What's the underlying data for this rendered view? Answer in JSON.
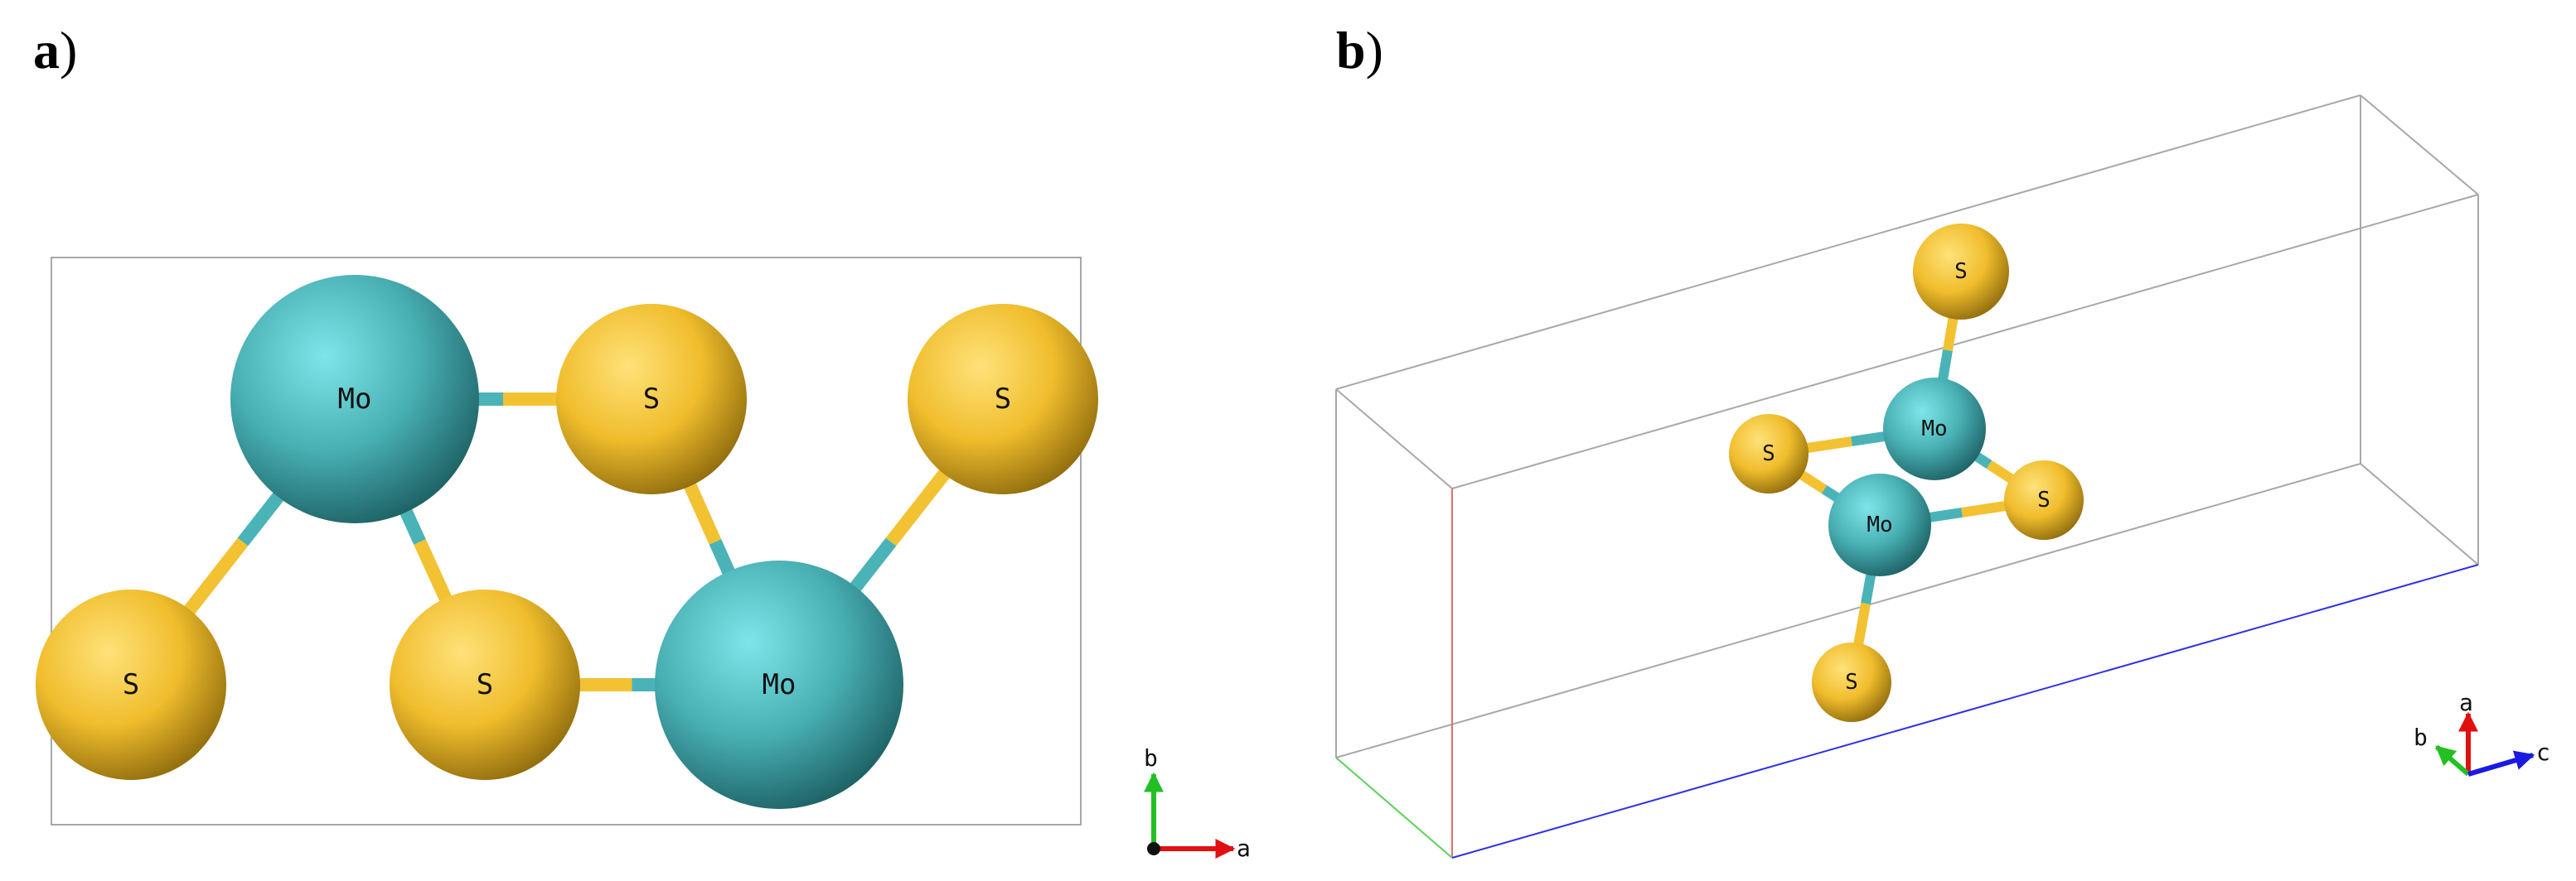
{
  "panels": [
    {
      "id": "a",
      "label_letter": "a",
      "label_paren": ")",
      "atoms": [
        {
          "element": "Mo",
          "label": "Mo"
        },
        {
          "element": "S",
          "label": "S"
        },
        {
          "element": "S",
          "label": "S"
        },
        {
          "element": "S",
          "label": "S"
        },
        {
          "element": "S",
          "label": "S"
        },
        {
          "element": "Mo",
          "label": "Mo"
        }
      ],
      "bonds": [
        [
          0,
          1
        ],
        [
          0,
          3
        ],
        [
          0,
          4
        ],
        [
          1,
          5
        ],
        [
          2,
          5
        ],
        [
          4,
          5
        ]
      ],
      "axes": [
        {
          "name": "b",
          "label": "b",
          "color": "#22c022"
        },
        {
          "name": "a",
          "label": "a",
          "color": "#e01010"
        }
      ]
    },
    {
      "id": "b",
      "label_letter": "b",
      "label_paren": ")",
      "atoms": [
        {
          "element": "S",
          "label": "S"
        },
        {
          "element": "Mo",
          "label": "Mo"
        },
        {
          "element": "S",
          "label": "S"
        },
        {
          "element": "S",
          "label": "S"
        },
        {
          "element": "Mo",
          "label": "Mo"
        },
        {
          "element": "S",
          "label": "S"
        }
      ],
      "bonds": [
        [
          0,
          1
        ],
        [
          1,
          2
        ],
        [
          1,
          3
        ],
        [
          2,
          4
        ],
        [
          3,
          4
        ],
        [
          4,
          5
        ]
      ],
      "axes": [
        {
          "name": "a",
          "label": "a",
          "color": "#e01010"
        },
        {
          "name": "b",
          "label": "b",
          "color": "#22c022"
        },
        {
          "name": "c",
          "label": "c",
          "color": "#1a1ae0"
        }
      ]
    }
  ],
  "colors": {
    "Mo": "#4ab3b7",
    "S": "#f2c232",
    "cell_edge": "#a8a8a8",
    "axis_a": "#e01010",
    "axis_b": "#22c022",
    "axis_c": "#1a1ae0"
  }
}
